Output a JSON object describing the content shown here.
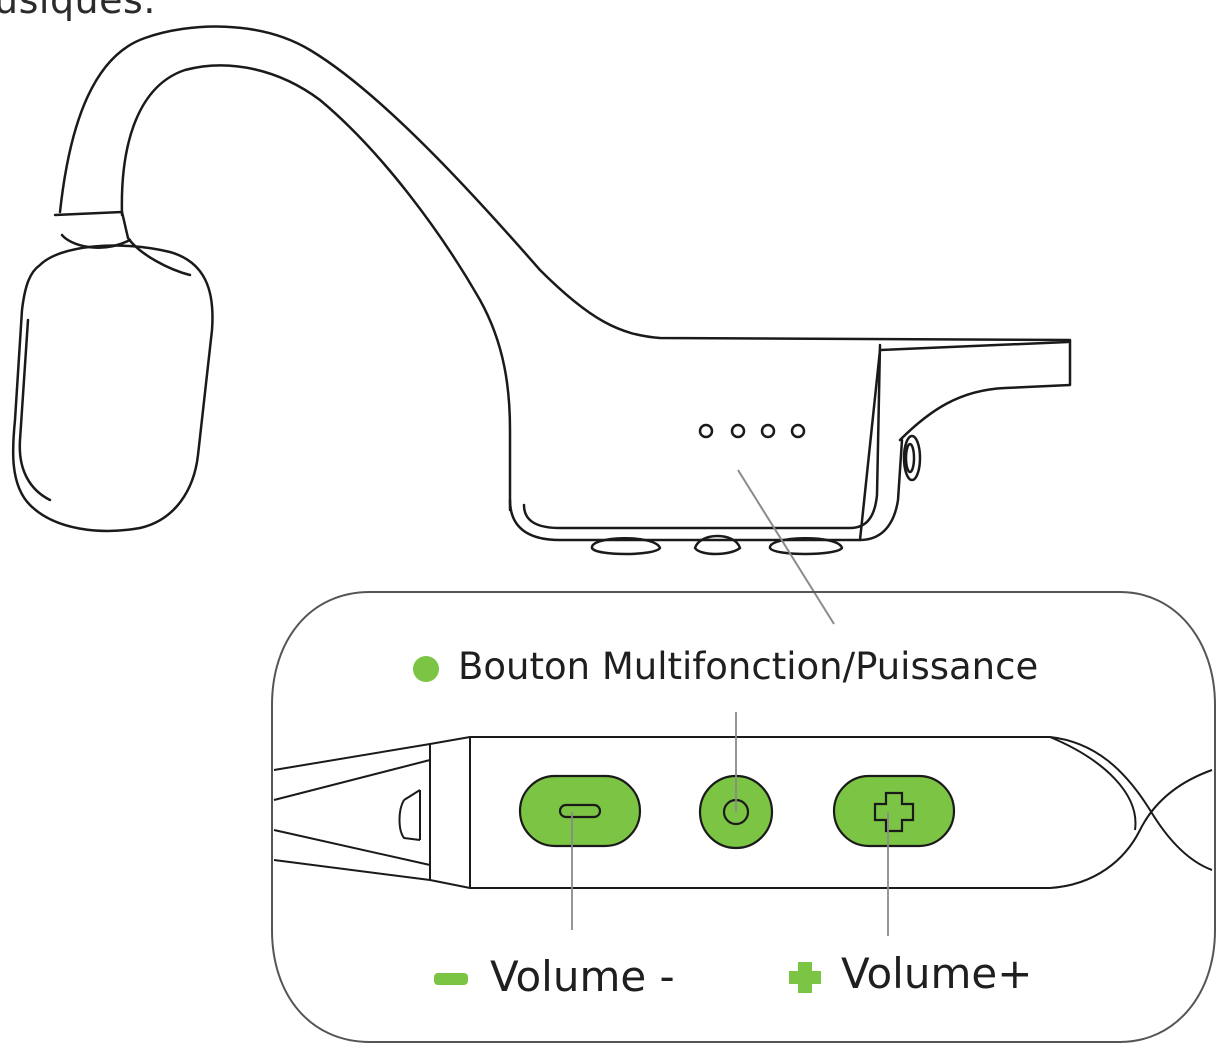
{
  "header": {
    "partial_text": "usiques."
  },
  "diagram": {
    "accent_color": "#7cc444",
    "outline_color": "#1a1a1a",
    "callouts": {
      "multifunction_label": "Bouton Multifonction/Puissance",
      "volume_minus_label": "Volume -",
      "volume_plus_label": "Volume+"
    },
    "icons": [
      "multifunction-dot-icon",
      "minus-icon",
      "plus-icon"
    ]
  }
}
